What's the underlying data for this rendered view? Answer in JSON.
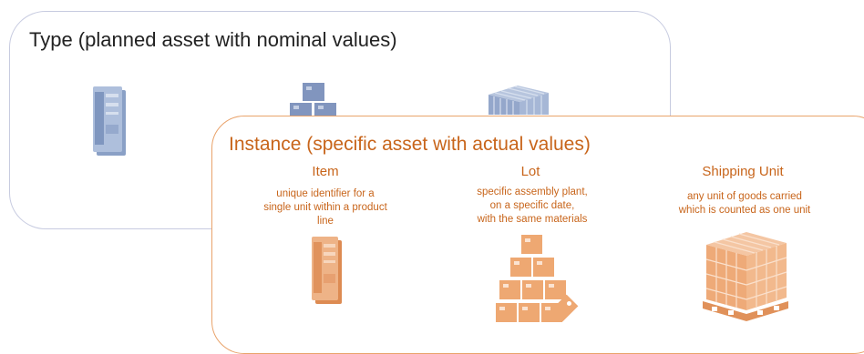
{
  "type_panel": {
    "title": "Type (planned asset with nominal values)",
    "icons": [
      "server-icon",
      "boxes-stack-icon",
      "pallet-icon"
    ]
  },
  "instance_panel": {
    "title": "Instance (specific asset with actual values)",
    "columns": [
      {
        "heading": "Item",
        "desc_lines": [
          "unique identifier for a",
          "single unit within a product",
          "line"
        ],
        "icon": "server-icon"
      },
      {
        "heading": "Lot",
        "desc_lines": [
          "specific assembly plant,",
          "on a specific date,",
          "with the same materials"
        ],
        "icon": "boxes-pyramid-with-tag-icon"
      },
      {
        "heading": "Shipping Unit",
        "desc_lines": [
          "any unit of goods carried",
          "which is counted as one unit"
        ],
        "icon": "pallet-icon"
      }
    ]
  },
  "colors": {
    "type_accent": "#8195be",
    "instance_accent": "#e49a63",
    "instance_text": "#c8651b",
    "type_border": "#c7cbe0"
  }
}
